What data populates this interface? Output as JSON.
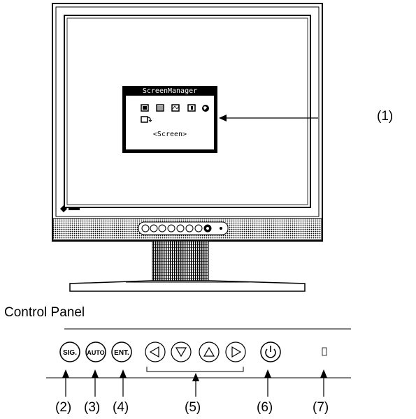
{
  "monitor": {
    "osd": {
      "title": "ScreenManager",
      "selected": "<Screen>",
      "icons": [
        "screen-icon",
        "color-icon",
        "sound-icon",
        "powermanager-icon",
        "others-icon",
        "information-icon"
      ]
    }
  },
  "callouts": {
    "c1": "(1)",
    "c2": "(2)",
    "c3": "(3)",
    "c4": "(4)",
    "c5": "(5)",
    "c6": "(6)",
    "c7": "(7)"
  },
  "control_panel": {
    "title": "Control Panel",
    "buttons": [
      {
        "label": "SIG."
      },
      {
        "label": "AUTO"
      },
      {
        "label": "ENT."
      }
    ],
    "arrow_icons": [
      "left-arrow-icon",
      "down-arrow-icon",
      "up-arrow-icon",
      "right-arrow-icon"
    ],
    "power_icon": "power-icon",
    "indicator_icon": "power-indicator-icon"
  },
  "colors": {
    "line": "#000000",
    "osd_bg": "#000000",
    "osd_fg": "#ffffff"
  }
}
